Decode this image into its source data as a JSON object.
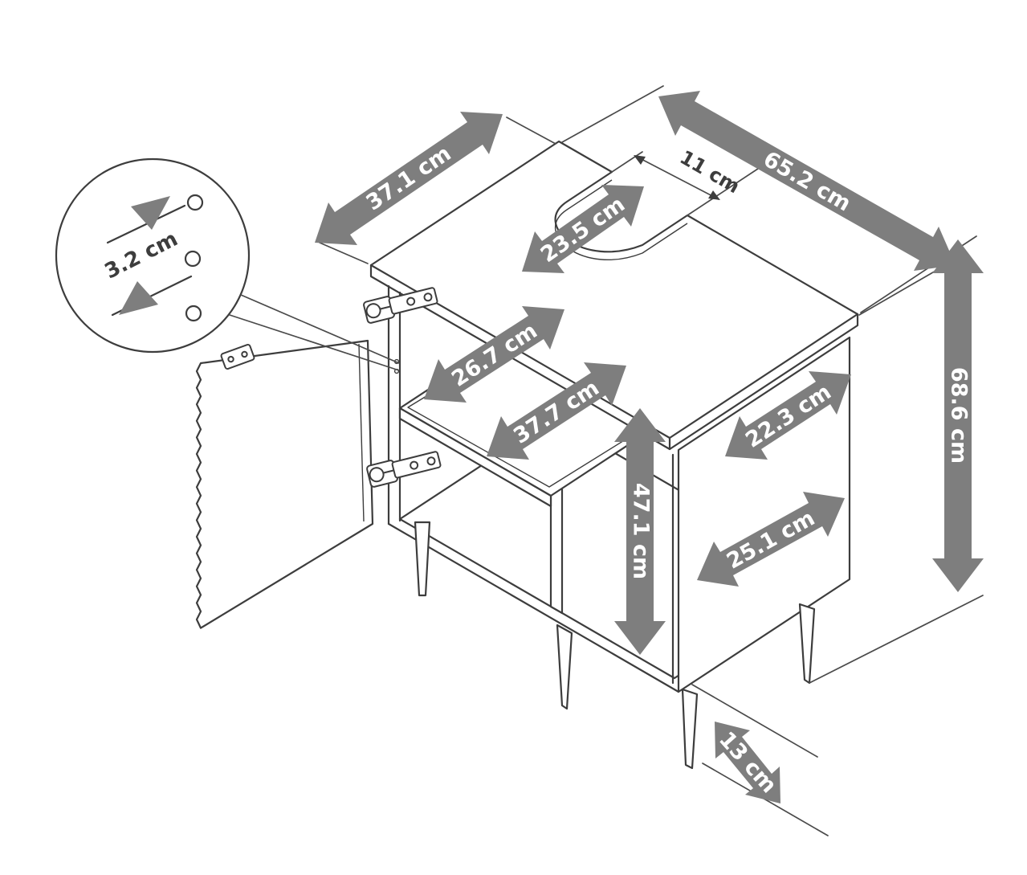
{
  "colors": {
    "background": "#ffffff",
    "line": "#3d3d3d",
    "dimension_arrow": "#7e7e7e",
    "label_on_arrow": "#ffffff",
    "label_dark": "#3d3d3d"
  },
  "dims": {
    "top_depth": "37.1 cm",
    "top_width": "65.2 cm",
    "cutout_depth": "23.5 cm",
    "cutout_width": "11 cm",
    "hole_spacing": "3.2 cm",
    "shelf_depth": "26.7 cm",
    "shelf_width": "37.7 cm",
    "upper_right_depth": "22.3 cm",
    "total_height": "68.6 cm",
    "interior_height": "47.1 cm",
    "lower_right_depth": "25.1 cm",
    "leg_height": "13 cm"
  }
}
